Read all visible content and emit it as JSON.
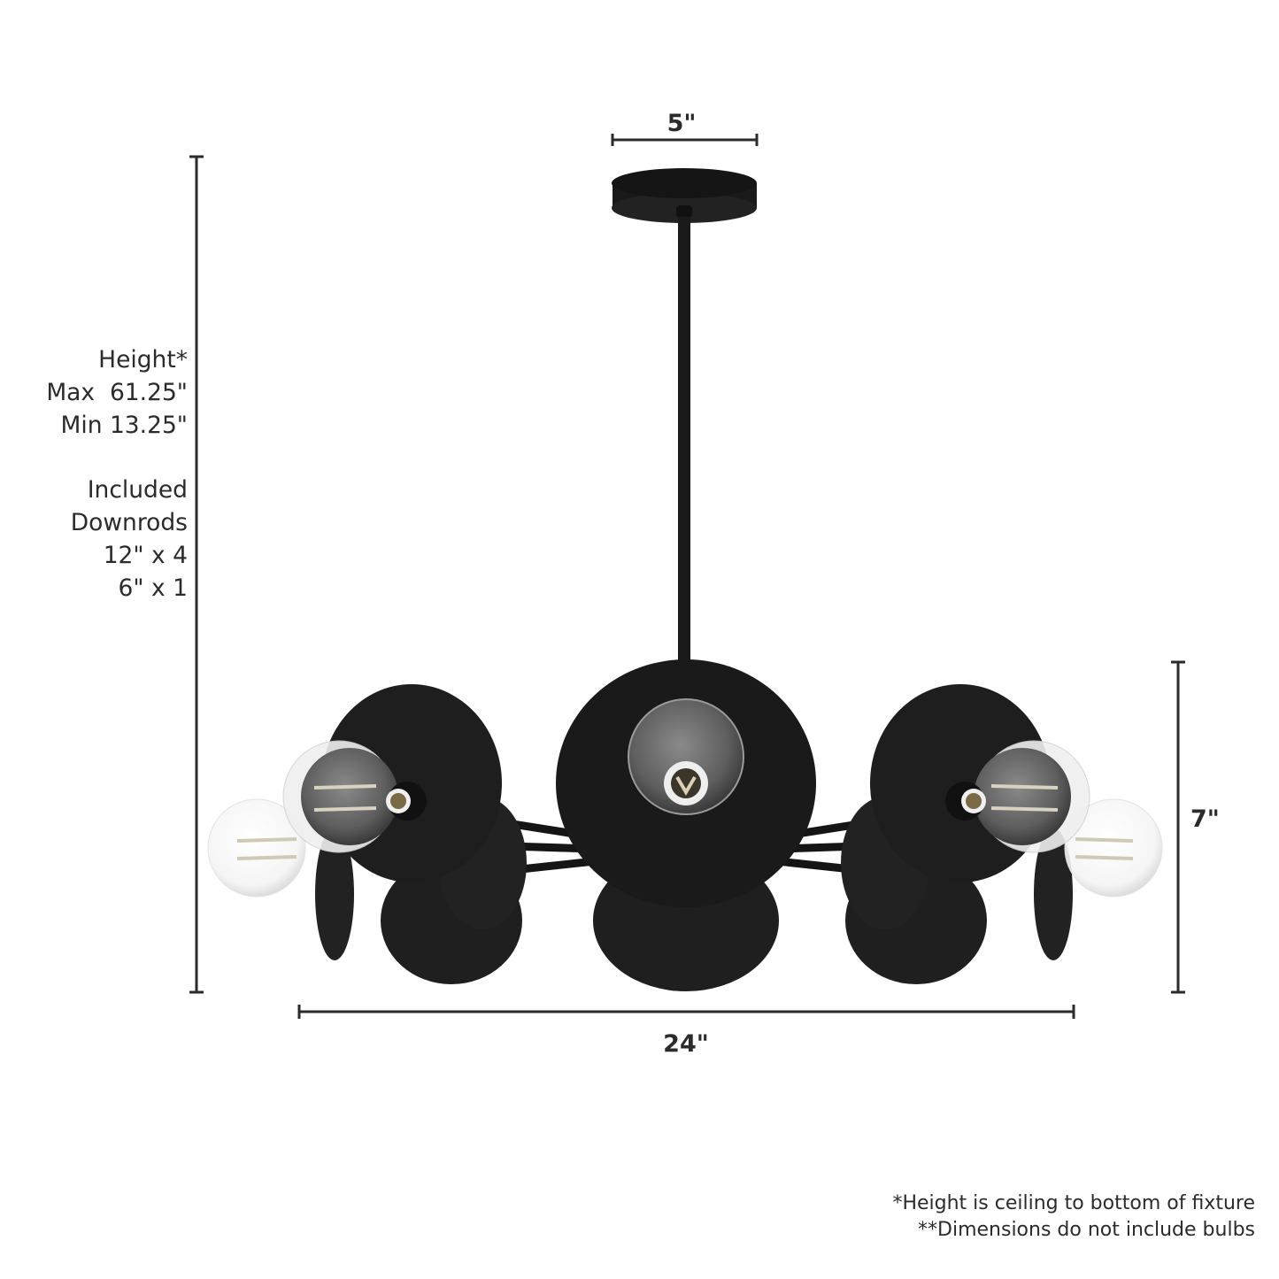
{
  "diagram": {
    "subject": "6-light chandelier with black disc shades and exposed globe bulbs",
    "colors": {
      "fixture": "#1c1c1c",
      "fixture_shade": "#262626",
      "dimension_line": "#2b2b2b",
      "text": "#2b2b2b",
      "background": "#ffffff"
    },
    "dimensions": {
      "canopy_width": "5\"",
      "fixture_height": "7\"",
      "fixture_width": "24\""
    },
    "height_info": {
      "title": "Height*",
      "max": "Max  61.25\"",
      "min": "Min 13.25\""
    },
    "downrods": {
      "line1": "Included",
      "line2": "Downrods",
      "line3": "12\" x 4",
      "line4": "6\" x 1"
    },
    "footnotes": {
      "note1": "*Height is ceiling to bottom of fixture",
      "note2": "**Dimensions do not include bulbs"
    }
  }
}
